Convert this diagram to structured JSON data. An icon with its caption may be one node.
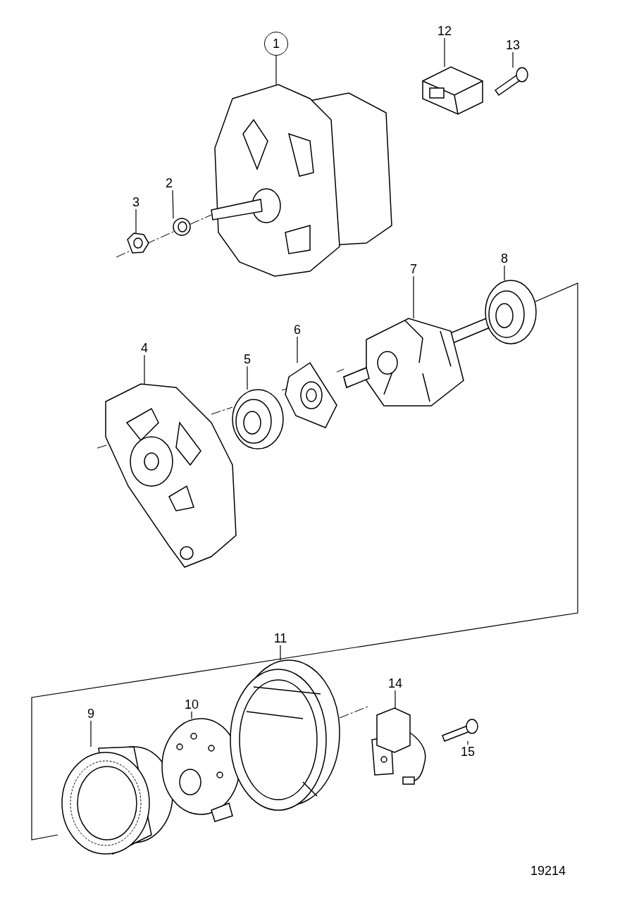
{
  "diagram": {
    "nodes": [
      {
        "text": [
          "1"
        ]
      },
      {
        "text": [
          "2"
        ]
      },
      {
        "text": [
          "3"
        ]
      },
      {
        "text": [
          "4"
        ]
      },
      {
        "text": [
          "5"
        ]
      },
      {
        "text": [
          "6"
        ]
      },
      {
        "text": [
          "7"
        ]
      },
      {
        "text": [
          "8"
        ]
      },
      {
        "text": [
          "9"
        ]
      },
      {
        "text": [
          "10"
        ]
      },
      {
        "text": [
          "11"
        ]
      },
      {
        "text": [
          "12"
        ]
      },
      {
        "text": [
          "13"
        ]
      },
      {
        "text": [
          "14"
        ]
      },
      {
        "text": [
          "15"
        ]
      },
      {
        "text": [],
        "shape": "picture"
      },
      {
        "text": [],
        "shape": "picture"
      },
      {
        "text": [],
        "shape": "picture"
      },
      {
        "text": [],
        "shape": "picture"
      },
      {
        "text": [],
        "shape": "picture"
      },
      {
        "text": [],
        "shape": "picture"
      },
      {
        "text": [],
        "shape": "picture"
      },
      {
        "text": [],
        "shape": "picture"
      },
      {
        "text": [],
        "shape": "picture"
      },
      {
        "text": [],
        "shape": "picture"
      },
      {
        "text": [],
        "shape": "picture"
      },
      {
        "text": [],
        "shape": "picture"
      },
      {
        "text": [],
        "shape": "picture"
      },
      {
        "text": [],
        "shape": "picture"
      },
      {
        "text": [],
        "shape": "picture"
      }
    ],
    "edges": [
      {
        "from": 0,
        "to": 15,
        "arrow": "none"
      },
      {
        "from": 1,
        "to": 16,
        "arrow": "none"
      },
      {
        "from": 2,
        "to": 17,
        "arrow": "none"
      },
      {
        "from": 3,
        "to": 18,
        "arrow": "none"
      },
      {
        "from": 4,
        "to": 19,
        "arrow": "none"
      },
      {
        "from": 5,
        "to": 20,
        "arrow": "none"
      },
      {
        "from": 6,
        "to": 21,
        "arrow": "none"
      },
      {
        "from": 7,
        "to": 22,
        "arrow": "none"
      },
      {
        "from": 8,
        "to": 23,
        "arrow": "none"
      },
      {
        "from": 9,
        "to": 24,
        "arrow": "none"
      },
      {
        "from": 10,
        "to": 25,
        "arrow": "none"
      },
      {
        "from": 11,
        "to": 26,
        "arrow": "none"
      },
      {
        "from": 12,
        "to": 27,
        "arrow": "none"
      },
      {
        "from": 13,
        "to": 28,
        "arrow": "none"
      },
      {
        "from": 14,
        "to": 29,
        "arrow": "none"
      }
    ],
    "labels": [
      "19214"
    ]
  }
}
